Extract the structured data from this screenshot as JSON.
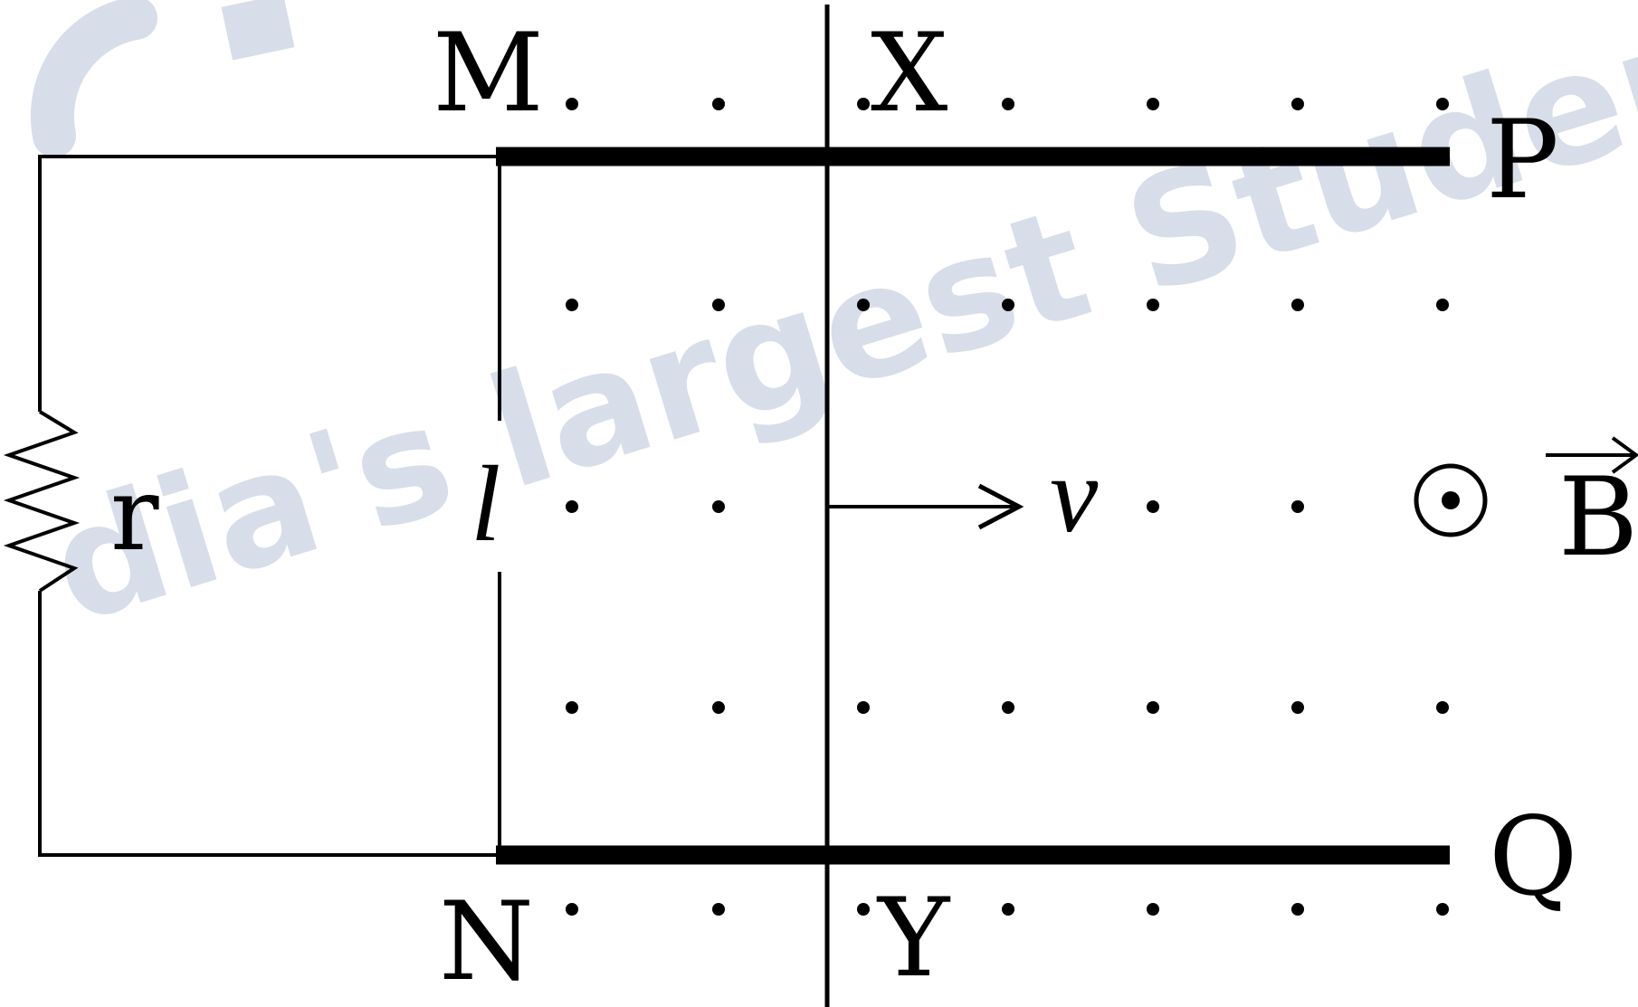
{
  "watermark": {
    "line1": "dia's largest Studen",
    "color": "#b8c3d8"
  },
  "labels": {
    "M": "M",
    "N": "N",
    "X": "X",
    "Y": "Y",
    "P": "P",
    "Q": "Q",
    "r": "r",
    "l": "l",
    "v": "v",
    "B": "B"
  },
  "colors": {
    "ink": "#000000",
    "background": "#ffffff"
  },
  "field": {
    "direction": "out-of-page",
    "symbol": "dot"
  }
}
